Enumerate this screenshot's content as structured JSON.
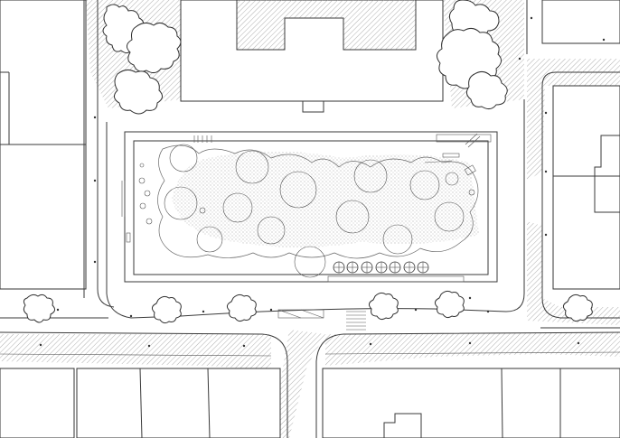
{
  "plan": {
    "colors": {
      "line": "#3a3a3a",
      "shadow_hatch": "#9a9a9a",
      "canopy_dots": "#8a8a8a",
      "background": "#ffffff"
    },
    "icons": [
      "tree-symbol",
      "rose-bush-symbol",
      "bicycle-rack-symbol",
      "bench-symbol"
    ]
  }
}
